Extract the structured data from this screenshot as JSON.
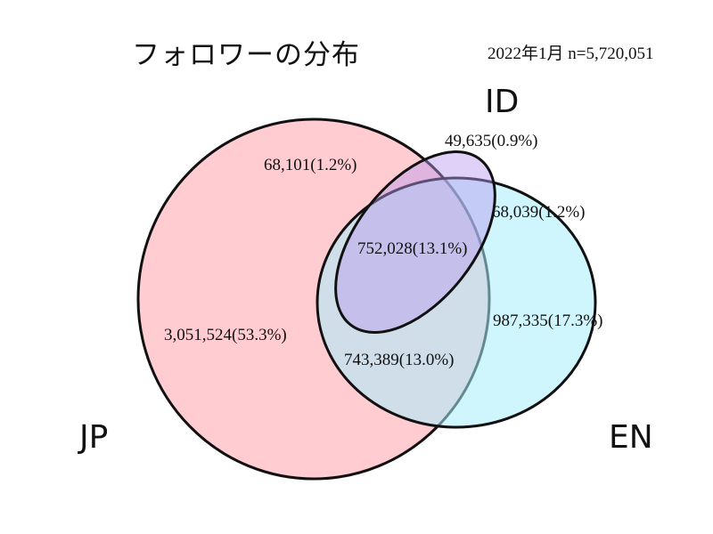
{
  "title": "フォロワーの分布",
  "subtitle": "2022年1月 n=5,720,051",
  "colors": {
    "JP": "#ff9aa5",
    "EN": "#a8ecfb",
    "ID": "#dcb0f8",
    "stroke": "#111111"
  },
  "sets": {
    "JP": "JP",
    "EN": "EN",
    "ID": "ID"
  },
  "regions": {
    "jp_only": "3,051,524(53.3%)",
    "en_only": "987,335(17.3%)",
    "id_only": "49,635(0.9%)",
    "jp_id": "68,101(1.2%)",
    "en_id": "68,039(1.2%)",
    "jp_en": "743,389(13.0%)",
    "jp_en_id": "752,028(13.1%)"
  },
  "chart_data": {
    "type": "venn",
    "title": "フォロワーの分布",
    "subtitle": "2022年1月 n=5,720,051",
    "total": 5720051,
    "sets": [
      "JP",
      "EN",
      "ID"
    ],
    "regions": [
      {
        "sets": [
          "JP"
        ],
        "value": 3051524,
        "percent": 53.3
      },
      {
        "sets": [
          "EN"
        ],
        "value": 987335,
        "percent": 17.3
      },
      {
        "sets": [
          "ID"
        ],
        "value": 49635,
        "percent": 0.9
      },
      {
        "sets": [
          "JP",
          "ID"
        ],
        "value": 68101,
        "percent": 1.2
      },
      {
        "sets": [
          "EN",
          "ID"
        ],
        "value": 68039,
        "percent": 1.2
      },
      {
        "sets": [
          "JP",
          "EN"
        ],
        "value": 743389,
        "percent": 13.0
      },
      {
        "sets": [
          "JP",
          "EN",
          "ID"
        ],
        "value": 752028,
        "percent": 13.1
      }
    ],
    "legend": "none",
    "grid": false
  }
}
